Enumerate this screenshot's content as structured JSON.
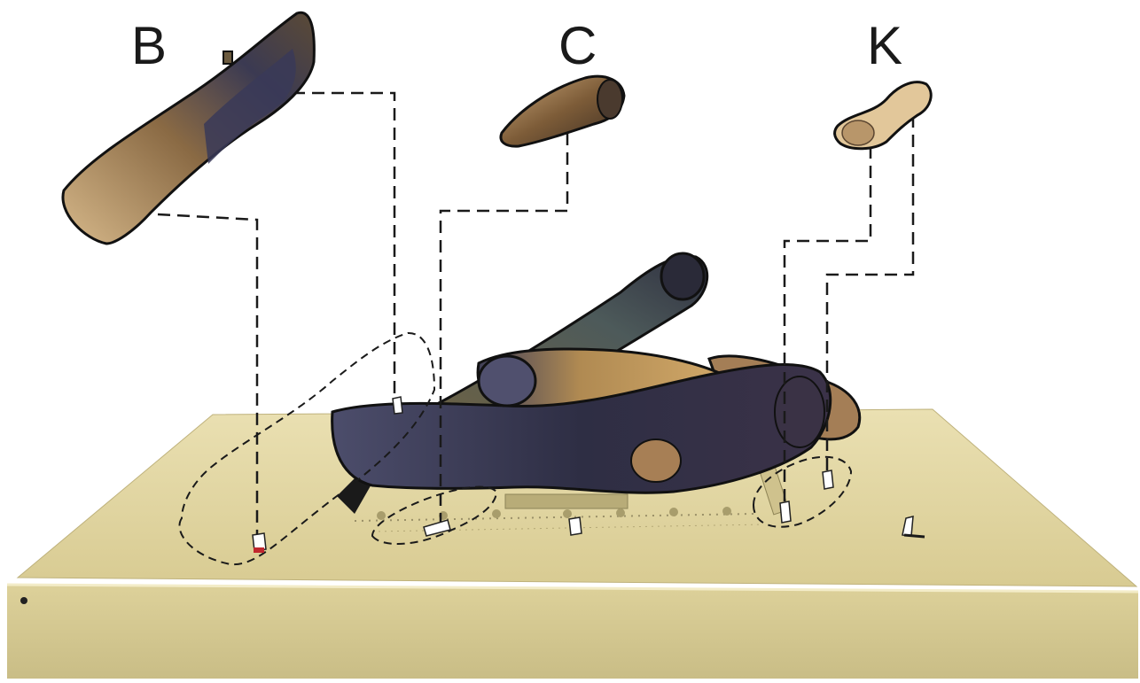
{
  "labels": {
    "log_b": "B",
    "log_c": "C",
    "log_k": "K"
  },
  "colors": {
    "base_top": "#e3d8a6",
    "base_front": "#d9cd95",
    "log_dark": "#2f2f45",
    "log_bark": "#7a5a36",
    "log_light": "#c9a878",
    "leader_line": "#1a1a1a",
    "pin": "#ffffff"
  }
}
